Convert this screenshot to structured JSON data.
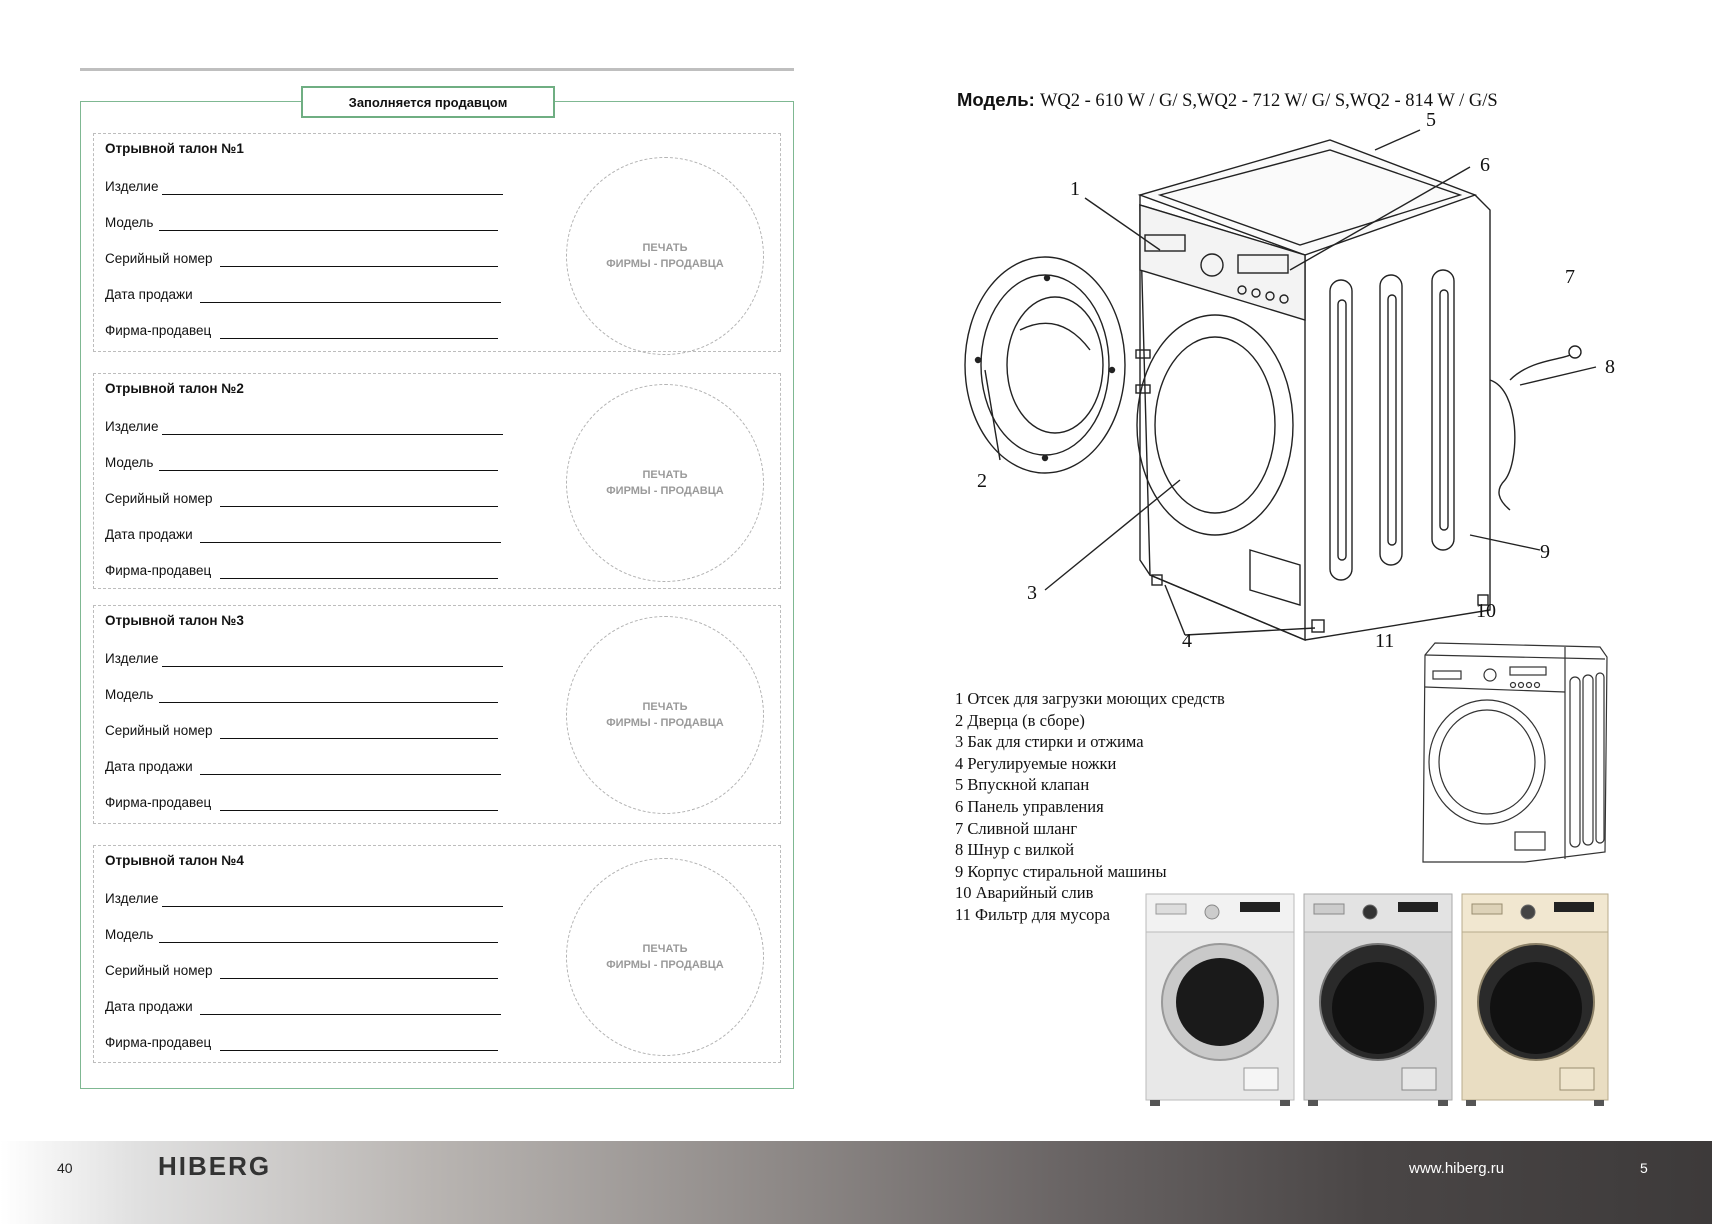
{
  "seller_box": {
    "label": "Заполняется продавцом"
  },
  "coupons": [
    {
      "title": "Отрывной талон №1"
    },
    {
      "title": "Отрывной талон №2"
    },
    {
      "title": "Отрывной талон №3"
    },
    {
      "title": "Отрывной талон №4"
    }
  ],
  "fields": {
    "product": "Изделие",
    "model": "Модель",
    "serial": "Серийный номер",
    "sale_date": "Дата продажи",
    "seller": "Фирма-продавец"
  },
  "stamp": {
    "line1": "ПЕЧАТЬ",
    "line2": "ФИРМЫ - ПРОДАВЦА"
  },
  "model_line": {
    "label": "Модель:",
    "value": "WQ2 - 610 W / G/ S,WQ2 - 712 W/ G/ S,WQ2 - 814 W / G/S"
  },
  "callouts": [
    "1",
    "2",
    "3",
    "4",
    "5",
    "6",
    "7",
    "8",
    "9",
    "10",
    "11"
  ],
  "parts": [
    "1 Отсек для загрузки моющих средств",
    "2 Дверца (в сборе)",
    "3 Бак для стирки и отжима",
    "4 Регулируемые ножки",
    "5 Впускной клапан",
    "6 Панель управления",
    "7 Сливной шланг",
    "8 Шнур с вилкой",
    "9 Корпус стиральной машины",
    "10 Аварийный слив",
    "11 Фильтр для мусора"
  ],
  "footer": {
    "page_left": "40",
    "brand": "HIBERG",
    "website": "www.hiberg.ru",
    "page_right": "5"
  },
  "colors": {
    "frame_green": "#7fb892",
    "machine_white": "#e6e6e6",
    "machine_silver": "#d0d0d0",
    "machine_gold": "#e8dcc0"
  }
}
